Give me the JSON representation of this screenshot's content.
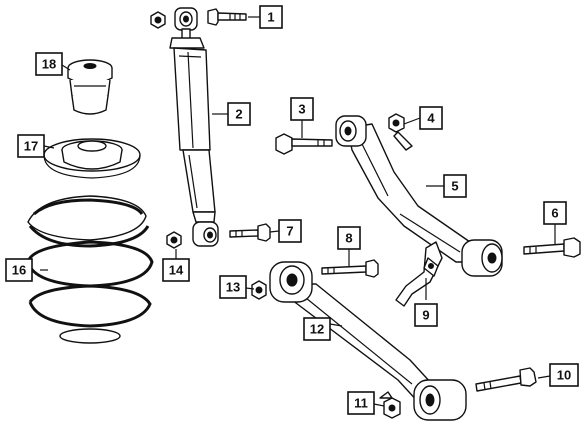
{
  "diagram": {
    "callouts": [
      {
        "id": "c1",
        "label": "1"
      },
      {
        "id": "c2",
        "label": "2"
      },
      {
        "id": "c3",
        "label": "3"
      },
      {
        "id": "c4",
        "label": "4"
      },
      {
        "id": "c5",
        "label": "5"
      },
      {
        "id": "c6",
        "label": "6"
      },
      {
        "id": "c7",
        "label": "7"
      },
      {
        "id": "c8",
        "label": "8"
      },
      {
        "id": "c9",
        "label": "9"
      },
      {
        "id": "c10",
        "label": "10"
      },
      {
        "id": "c11",
        "label": "11"
      },
      {
        "id": "c12",
        "label": "12"
      },
      {
        "id": "c13",
        "label": "13"
      },
      {
        "id": "c14",
        "label": "14"
      },
      {
        "id": "c16",
        "label": "16"
      },
      {
        "id": "c17",
        "label": "17"
      },
      {
        "id": "c18",
        "label": "18"
      }
    ]
  }
}
